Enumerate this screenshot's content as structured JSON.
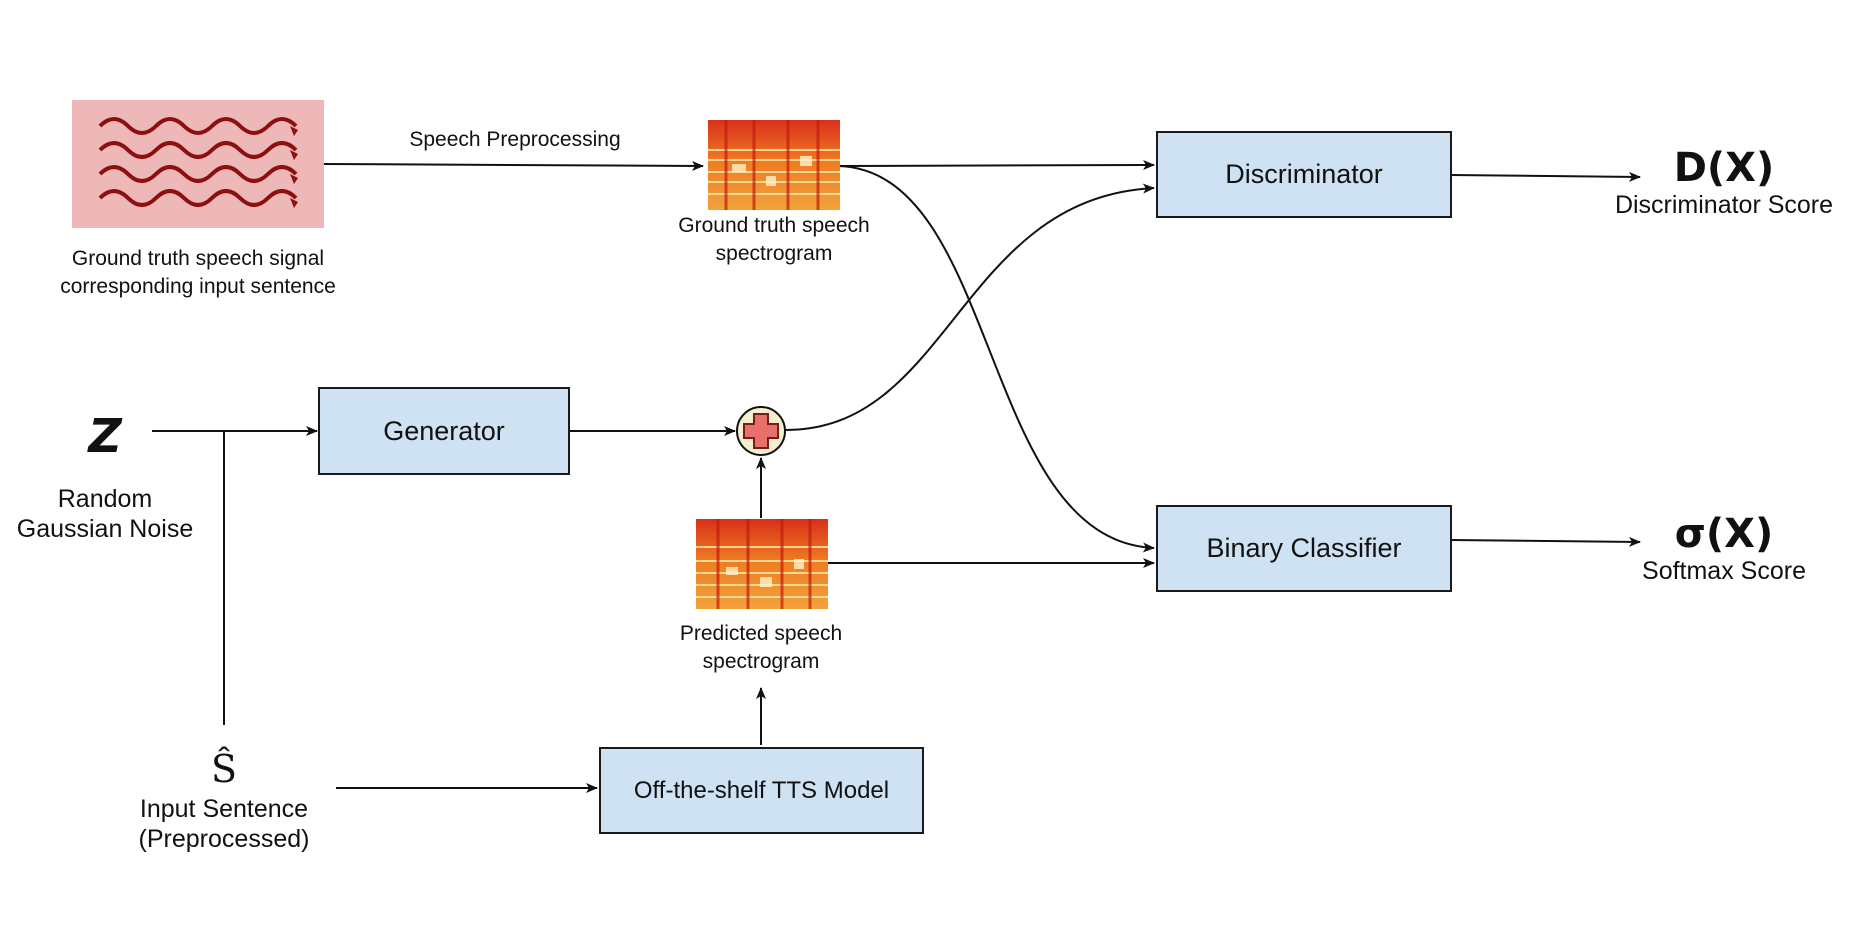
{
  "colors": {
    "box_fill": "#cfe2f3",
    "box_border": "#1a1a1a",
    "wave_bg": "#efb8b8",
    "wave_stroke": "#8b1010",
    "plus_fill": "#e8706c",
    "plus_circle": "#f6efcf"
  },
  "nodes": {
    "discriminator": "Discriminator",
    "generator": "Generator",
    "binary_classifier": "Binary Classifier",
    "tts_model": "Off-the-shelf TTS Model"
  },
  "labels": {
    "ground_truth_signal_line1": "Ground truth speech signal",
    "ground_truth_signal_line2": "corresponding input sentence",
    "speech_preprocessing": "Speech Preprocessing",
    "gt_spectrogram_line1": "Ground truth speech",
    "gt_spectrogram_line2": "spectrogram",
    "pred_spectrogram_line1": "Predicted speech",
    "pred_spectrogram_line2": "spectrogram",
    "noise_symbol": "Z",
    "noise_line1": "Random",
    "noise_line2": "Gaussian Noise",
    "sentence_symbol": "Ŝ",
    "sentence_line1": "Input Sentence",
    "sentence_line2": "(Preprocessed)",
    "disc_output_symbol": "D(X)",
    "disc_output_label": "Discriminator Score",
    "cls_output_symbol": "σ(X)",
    "cls_output_label": "Softmax Score"
  },
  "icons": {
    "waveform": "speech-waveform-icon",
    "spectrogram": "spectrogram-icon",
    "combine": "plus-icon"
  }
}
